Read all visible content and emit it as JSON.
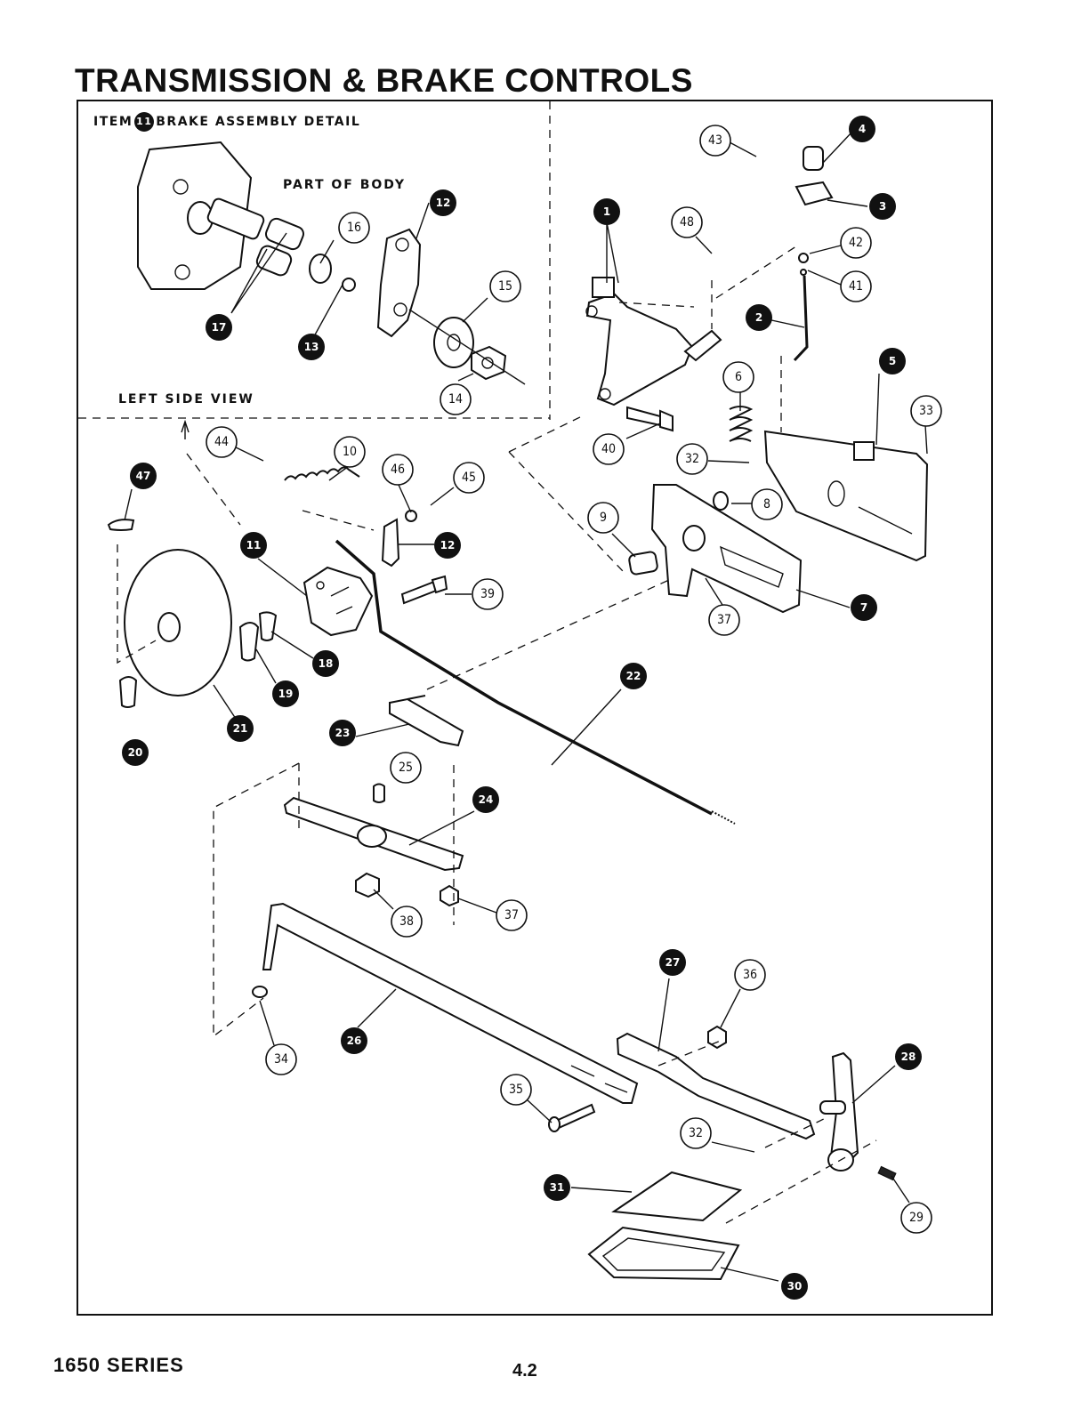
{
  "page": {
    "title": "TRANSMISSION & BRAKE CONTROLS",
    "series": "1650 SERIES",
    "page_number": "4.2"
  },
  "detail": {
    "caption_prefix": "ITEM",
    "caption_item": "11",
    "caption_suffix": "BRAKE ASSEMBLY DETAIL",
    "part_of_body": "PART OF BODY",
    "left_side_view": "LEFT SIDE VIEW"
  },
  "callouts": {
    "c1": "1",
    "c2": "2",
    "c3": "3",
    "c4": "4",
    "c5": "5",
    "c6": "6",
    "c7": "7",
    "c8": "8",
    "c9": "9",
    "c10": "10",
    "c11a": "11",
    "c12a": "12",
    "c12b": "12",
    "c13": "13",
    "c14": "14",
    "c15": "15",
    "c16": "16",
    "c17": "17",
    "c18": "18",
    "c19": "19",
    "c20": "20",
    "c21": "21",
    "c22": "22",
    "c23": "23",
    "c24": "24",
    "c25": "25",
    "c26": "26",
    "c27": "27",
    "c28": "28",
    "c29": "29",
    "c30": "30",
    "c31": "31",
    "c32a": "32",
    "c32b": "32",
    "c33": "33",
    "c34": "34",
    "c35": "35",
    "c36": "36",
    "c37a": "37",
    "c37b": "37",
    "c38": "38",
    "c39": "39",
    "c40": "40",
    "c41": "41",
    "c42": "42",
    "c43": "43",
    "c44": "44",
    "c45": "45",
    "c46": "46",
    "c47": "47",
    "c48": "48"
  }
}
